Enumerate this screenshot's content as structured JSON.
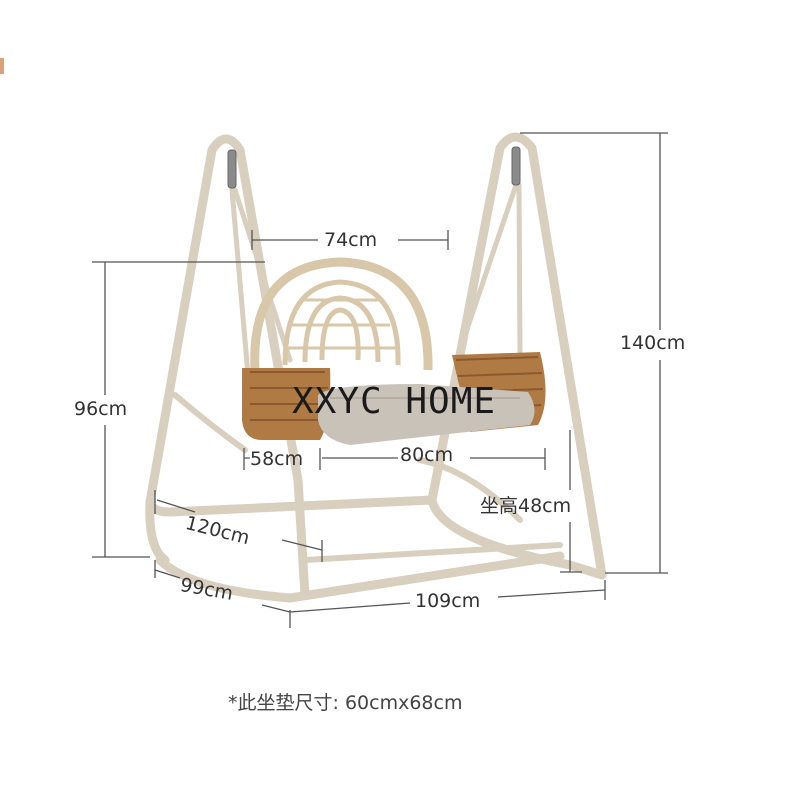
{
  "watermark": "XXYC HOME",
  "dimensions": {
    "back_width": "74cm",
    "total_height": "140cm",
    "seat_back_height": "96cm",
    "seat_depth": "58cm",
    "seat_width": "80cm",
    "seat_height": "坐高48cm",
    "diagonal_length": "120cm",
    "base_depth": "99cm",
    "base_width": "109cm"
  },
  "footnote": "*此坐垫尺寸: 60cmx68cm",
  "colors": {
    "frame": "#d8cfbf",
    "rattan": "#b07a45",
    "cushion": "#c9c2b8",
    "dimension_line": "#555555",
    "accent_mark": "#d9a27a"
  }
}
